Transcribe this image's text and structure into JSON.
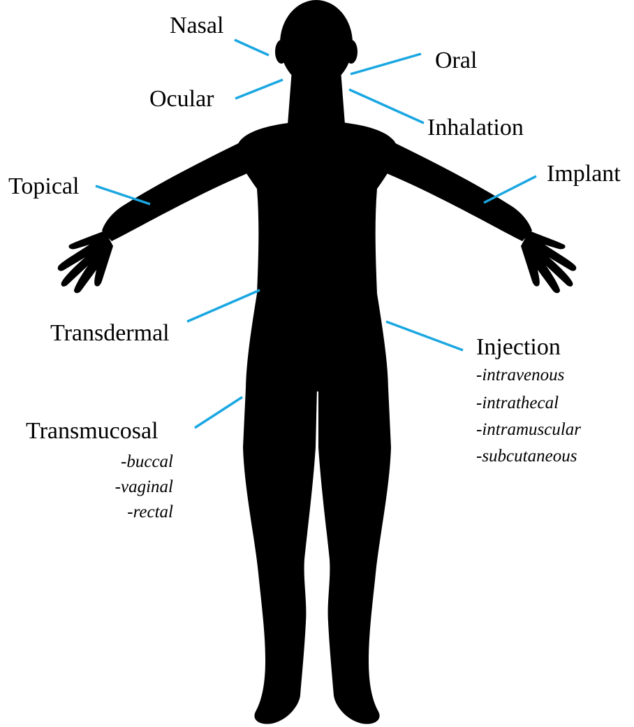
{
  "routes": {
    "nasal": "Nasal",
    "oral": "Oral",
    "ocular": "Ocular",
    "inhalation": "Inhalation",
    "topical": "Topical",
    "implant": "Implant",
    "transdermal": "Transdermal",
    "injection": {
      "label": "Injection",
      "subtypes": [
        "-intravenous",
        "-intrathecal",
        "-intramuscular",
        "-subcutaneous"
      ]
    },
    "transmucosal": {
      "label": "Transmucosal",
      "subtypes": [
        "-buccal",
        "-vaginal",
        "-rectal"
      ]
    }
  },
  "colors": {
    "leader_line": "#1aa7e1",
    "silhouette": "#000000",
    "background": "#ffffff"
  }
}
